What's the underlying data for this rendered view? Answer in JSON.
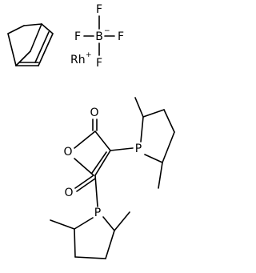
{
  "atoms": {
    "F_top": "F",
    "F_left": "F",
    "F_right": "F",
    "F_bottom": "F",
    "B": "B",
    "B_charge": "−",
    "Rh": "Rh",
    "Rh_charge": "+",
    "O_top": "O",
    "O_ring": "O",
    "O_bottom": "O",
    "P_upper": "P",
    "P_lower": "P"
  }
}
